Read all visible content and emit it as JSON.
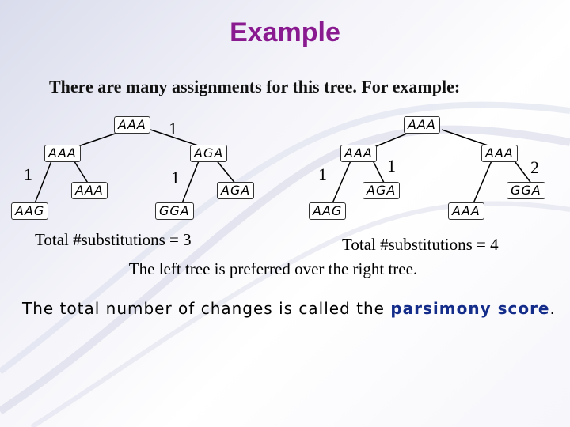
{
  "slide": {
    "title": "Example",
    "subtitle": "There are many assignments for this tree.  For example:"
  },
  "left_tree": {
    "root": "AAA",
    "internal_left": "AAA",
    "internal_right": "AGA",
    "leaf_1": "AAG",
    "leaf_2": "AAA",
    "leaf_3": "GGA",
    "leaf_4": "AGA",
    "edge_root_right": "1",
    "edge_left_leaf1": "1",
    "edge_right_leaf3": "1",
    "total": "Total #substitutions = 3"
  },
  "right_tree": {
    "root": "AAA",
    "internal_left": "AAA",
    "internal_right": "AAA",
    "leaf_1": "AAG",
    "leaf_2": "AGA",
    "leaf_3": "AAA",
    "leaf_4": "GGA",
    "edge_left_leaf1": "1",
    "edge_left_leaf2": "1",
    "edge_right_leaf4": "2",
    "total": "Total #substitutions = 4"
  },
  "conclusion": "The left tree is preferred over the right tree.",
  "definition": {
    "prefix": "The total number of changes is called the ",
    "term": "parsimony score",
    "suffix": "."
  },
  "colors": {
    "title": "#8a1a8f",
    "term": "#142c8a"
  }
}
